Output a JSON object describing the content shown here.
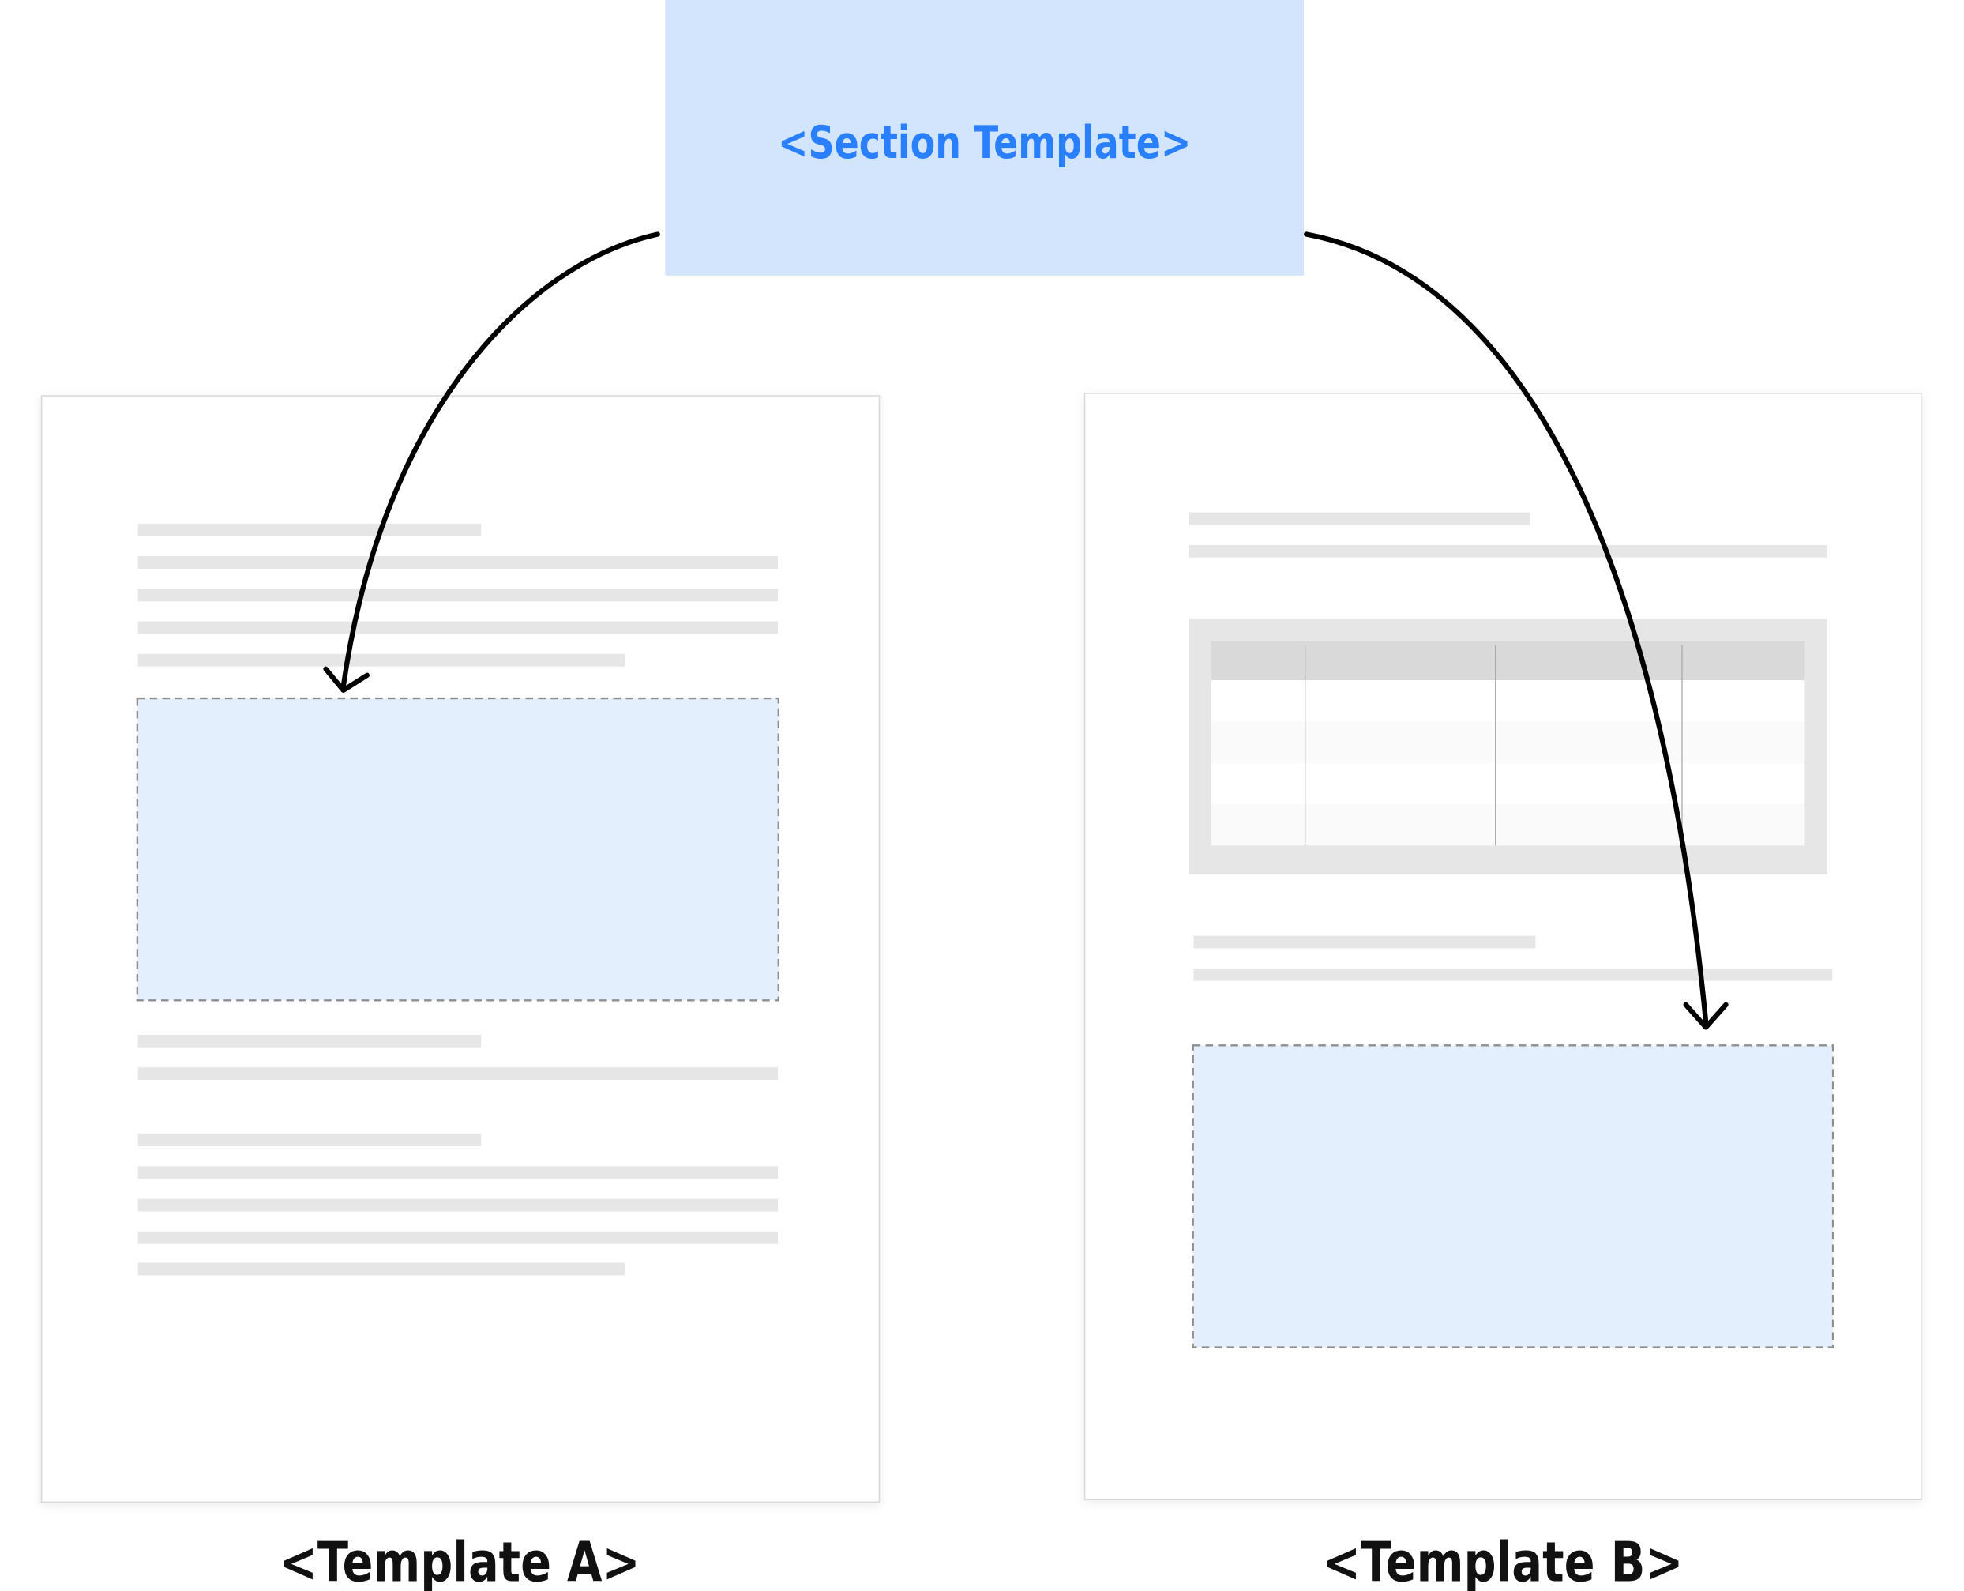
{
  "section": {
    "label": "<Section Template>",
    "fill": "#d3e4fd",
    "text_color": "#2a7fff"
  },
  "template_a": {
    "label": "<Template A>",
    "placeholder_fill": "#e4effd"
  },
  "template_b": {
    "label": "<Template B>",
    "placeholder_fill": "#e4effd",
    "table": {
      "columns": 4,
      "body_rows": 4
    }
  },
  "colors": {
    "text_line": "#e6e6e6",
    "table_header": "#d9d9d9",
    "arrow": "#000000",
    "label": "#111111"
  }
}
